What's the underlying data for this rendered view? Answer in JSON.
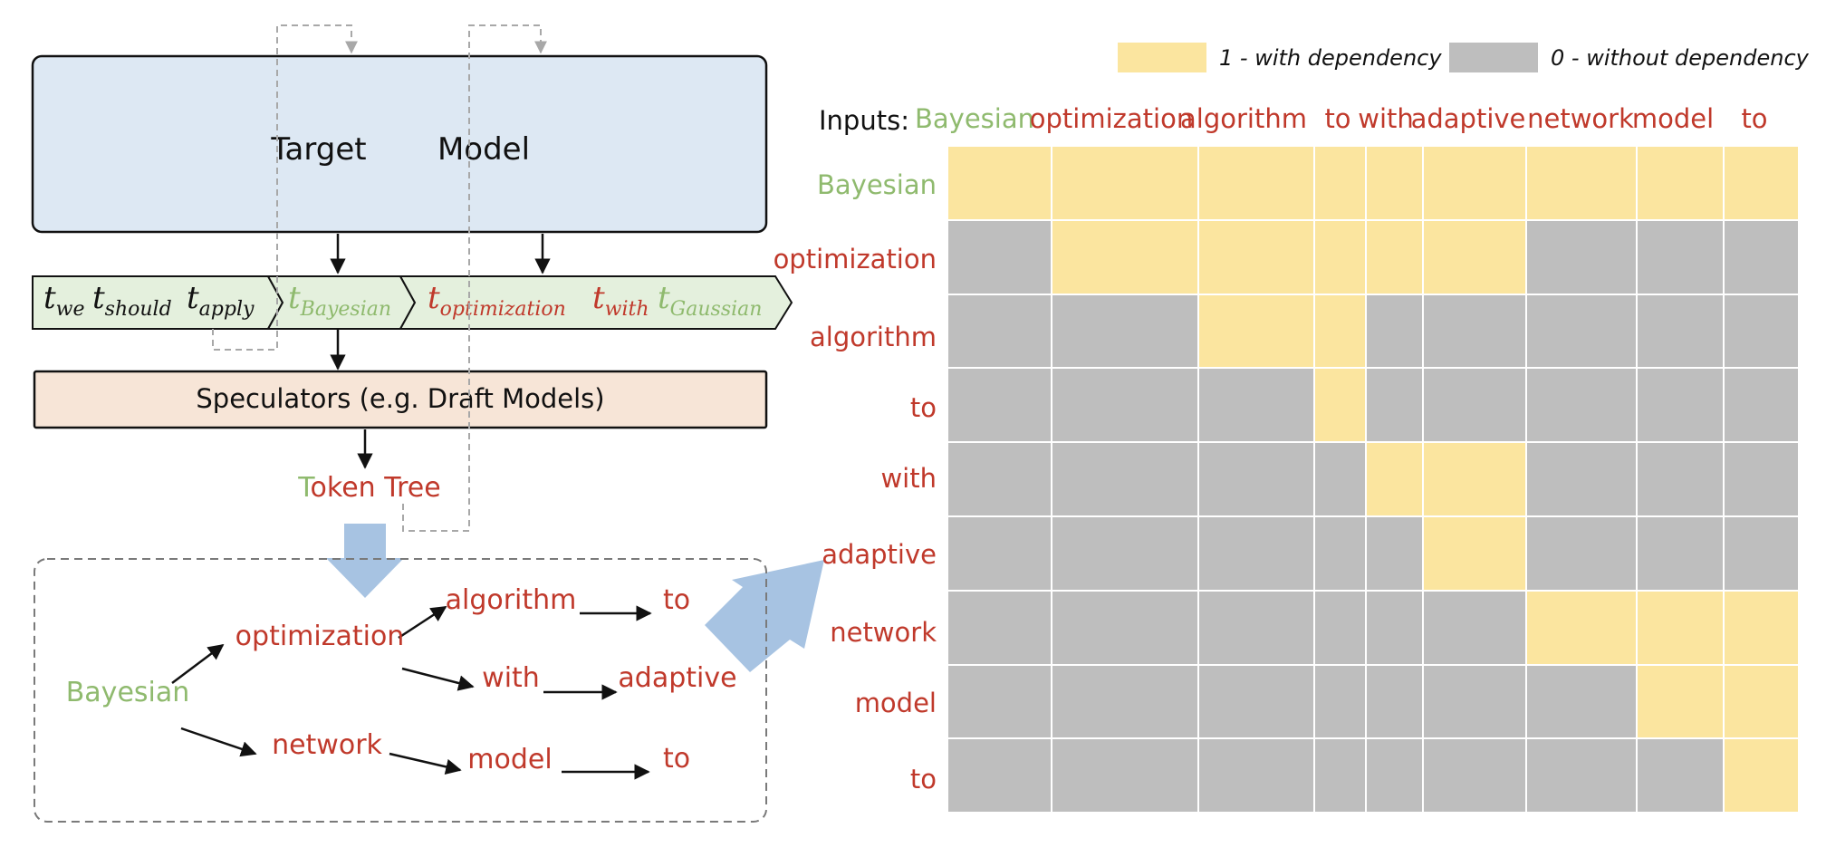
{
  "colors": {
    "green": "#8fba6e",
    "red": "#c0392b",
    "black": "#111111",
    "dependency": "#fbe59f",
    "no_dependency": "#bebebe",
    "target_box": "#dde8f3",
    "speculator_box": "#f7e5d7",
    "token_box": "#e4f0dd",
    "blue_arrow": "#a7c3e2",
    "gray_dash": "#a8a8a8"
  },
  "target": {
    "word1": "Target",
    "word2": "Model"
  },
  "token_seq": [
    {
      "base": "t",
      "sub": "we",
      "color": "black"
    },
    {
      "base": "t",
      "sub": "should",
      "color": "black"
    },
    {
      "base": "t",
      "sub": "apply",
      "color": "black"
    },
    {
      "base": "t",
      "sub": "Bayesian",
      "color": "green"
    },
    {
      "base": "t",
      "sub": "optimization",
      "color": "red"
    },
    {
      "base": "t",
      "sub": "with",
      "color": "red"
    },
    {
      "base": "t",
      "sub": "Gaussian",
      "color": "green"
    }
  ],
  "speculators": {
    "label": "Speculators (e.g. Draft Models)"
  },
  "token_tree_label": {
    "first": "T",
    "rest": "oken Tree"
  },
  "tree_nodes": [
    {
      "id": "bayesian",
      "label": "Bayesian",
      "color": "green"
    },
    {
      "id": "optimization",
      "label": "optimization",
      "color": "red"
    },
    {
      "id": "algorithm",
      "label": "algorithm",
      "color": "red"
    },
    {
      "id": "to1",
      "label": "to",
      "color": "red"
    },
    {
      "id": "with",
      "label": "with",
      "color": "red"
    },
    {
      "id": "adaptive",
      "label": "adaptive",
      "color": "red"
    },
    {
      "id": "network",
      "label": "network",
      "color": "red"
    },
    {
      "id": "model",
      "label": "model",
      "color": "red"
    },
    {
      "id": "to2",
      "label": "to",
      "color": "red"
    }
  ],
  "tree_edges": [
    [
      "bayesian",
      "optimization"
    ],
    [
      "bayesian",
      "network"
    ],
    [
      "optimization",
      "algorithm"
    ],
    [
      "optimization",
      "with"
    ],
    [
      "algorithm",
      "to1"
    ],
    [
      "with",
      "adaptive"
    ],
    [
      "network",
      "model"
    ],
    [
      "model",
      "to2"
    ]
  ],
  "legend": {
    "dep_label": "1 - with dependency",
    "nodep_label": "0 - without dependency"
  },
  "matrix": {
    "inputs_label": "Inputs:",
    "columns": [
      {
        "label": "Bayesian",
        "color": "green"
      },
      {
        "label": "optimization",
        "color": "red"
      },
      {
        "label": "algorithm",
        "color": "red"
      },
      {
        "label": "to",
        "color": "red"
      },
      {
        "label": "with",
        "color": "red"
      },
      {
        "label": "adaptive",
        "color": "red"
      },
      {
        "label": "network",
        "color": "red"
      },
      {
        "label": "model",
        "color": "red"
      },
      {
        "label": "to",
        "color": "red"
      }
    ],
    "rows": [
      {
        "label": "Bayesian",
        "color": "green"
      },
      {
        "label": "optimization",
        "color": "red"
      },
      {
        "label": "algorithm",
        "color": "red"
      },
      {
        "label": "to",
        "color": "red"
      },
      {
        "label": "with",
        "color": "red"
      },
      {
        "label": "adaptive",
        "color": "red"
      },
      {
        "label": "network",
        "color": "red"
      },
      {
        "label": "model",
        "color": "red"
      },
      {
        "label": "to",
        "color": "red"
      }
    ],
    "cells": [
      [
        1,
        1,
        1,
        1,
        1,
        1,
        1,
        1,
        1
      ],
      [
        0,
        1,
        1,
        1,
        1,
        1,
        0,
        0,
        0
      ],
      [
        0,
        0,
        1,
        1,
        0,
        0,
        0,
        0,
        0
      ],
      [
        0,
        0,
        0,
        1,
        0,
        0,
        0,
        0,
        0
      ],
      [
        0,
        0,
        0,
        0,
        1,
        1,
        0,
        0,
        0
      ],
      [
        0,
        0,
        0,
        0,
        0,
        1,
        0,
        0,
        0
      ],
      [
        0,
        0,
        0,
        0,
        0,
        0,
        1,
        1,
        1
      ],
      [
        0,
        0,
        0,
        0,
        0,
        0,
        0,
        1,
        1
      ],
      [
        0,
        0,
        0,
        0,
        0,
        0,
        0,
        0,
        1
      ]
    ]
  }
}
